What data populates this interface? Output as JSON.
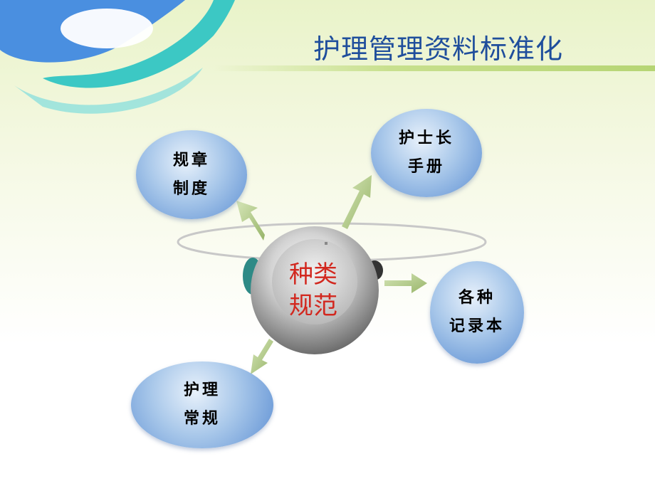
{
  "title": "护理管理资料标准化",
  "center": {
    "line1": "种类",
    "line2": "规范"
  },
  "nodes": {
    "top_left": {
      "line1": "规章",
      "line2": "制度"
    },
    "top_right": {
      "line1": "护士长",
      "line2": "手册"
    },
    "right": {
      "line1": "各种",
      "line2": "记录本"
    },
    "bottom_left": {
      "line1": "护理",
      "line2": "常规"
    }
  },
  "colors": {
    "title": "#1f4e9c",
    "center_text": "#d2281f",
    "bubble": "#5d8fd3",
    "arrow": "#a8c47a",
    "logo_teal": "#3cc8c4",
    "logo_blue": "#4a8fe0"
  }
}
